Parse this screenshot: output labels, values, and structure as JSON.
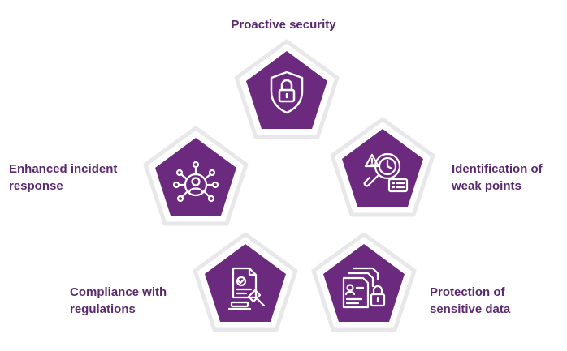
{
  "items": [
    {
      "label": "Proactive security",
      "icon": "shield-lock-icon"
    },
    {
      "label": "Identification of weak points",
      "icon": "warning-clock-magnifier-icon"
    },
    {
      "label": "Protection of sensitive data",
      "icon": "documents-padlock-icon"
    },
    {
      "label": "Compliance with regulations",
      "icon": "document-gavel-icon"
    },
    {
      "label": "Enhanced incident response",
      "icon": "user-network-icon"
    }
  ],
  "colors": {
    "accent": "#5b2a6e",
    "badge_fill": "#6b2a7e",
    "badge_border": "#e8e8ea",
    "icon_stroke": "#ffffff"
  }
}
